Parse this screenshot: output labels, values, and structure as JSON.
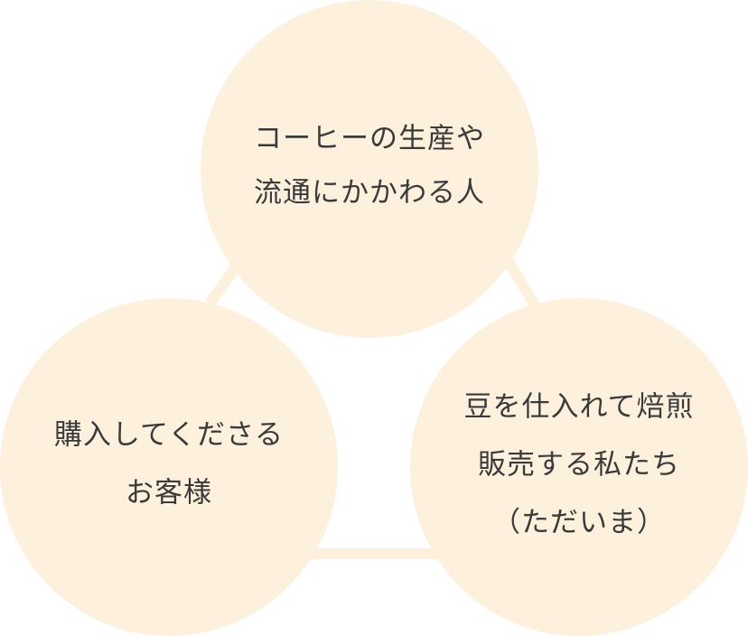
{
  "diagram": {
    "nodes": [
      {
        "id": "producers",
        "lines": [
          "コーヒーの生産や",
          "流通にかかわる人"
        ]
      },
      {
        "id": "customers",
        "lines": [
          "購入してくださる",
          "お客様"
        ]
      },
      {
        "id": "roasters",
        "lines": [
          "豆を仕入れて焙煎",
          "販売する私たち",
          "（ただいま）"
        ]
      }
    ],
    "colors": {
      "circle_fill": "#fdf0dc",
      "connector": "#fdf0dc",
      "text": "#3a3a3a"
    }
  }
}
